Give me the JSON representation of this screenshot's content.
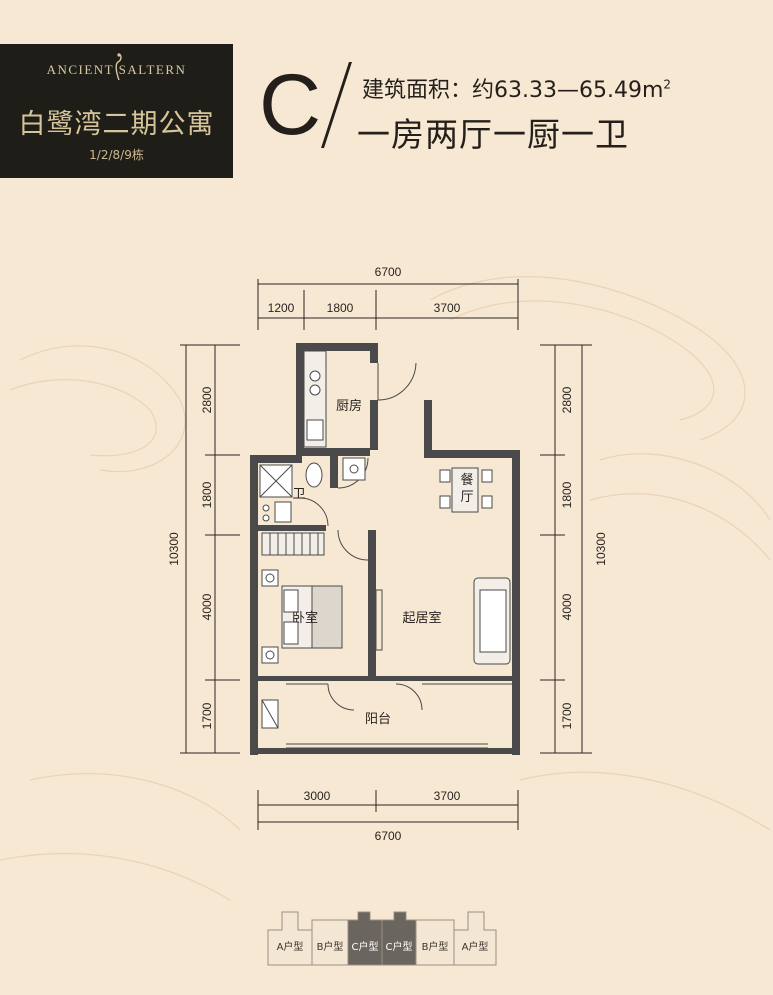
{
  "brand": {
    "name_en": "ANCIENT SALTERN",
    "name_cn": "白鹭湾二期公寓",
    "buildings": "1/2/8/9栋"
  },
  "unit": {
    "letter": "C",
    "area_label": "建筑面积：约63.33—65.49m",
    "area_sup": "2",
    "layout_type": "一房两厅一厨一卫"
  },
  "dimensions": {
    "top_total": "6700",
    "top_segments": [
      "1200",
      "1800",
      "3700"
    ],
    "bottom_segments": [
      "3000",
      "3700"
    ],
    "bottom_total": "6700",
    "left_total": "10300",
    "left_segments": [
      "2800",
      "1800",
      "4000",
      "1700"
    ],
    "right_total": "10300",
    "right_segments": [
      "2800",
      "1800",
      "4000",
      "1700"
    ]
  },
  "rooms": {
    "kitchen": "厨房",
    "bathroom": "卫",
    "dining_1": "餐",
    "dining_2": "厅",
    "bedroom": "卧室",
    "living": "起居室",
    "balcony": "阳台"
  },
  "unit_strip": {
    "labels": [
      "A户型",
      "B户型",
      "C户型",
      "C户型",
      "B户型",
      "A户型"
    ]
  },
  "colors": {
    "background": "#f6e8d2",
    "brand_panel": "#1f1d17",
    "wall": "#4a4a4a",
    "highlight_unit": "#6b6560"
  }
}
